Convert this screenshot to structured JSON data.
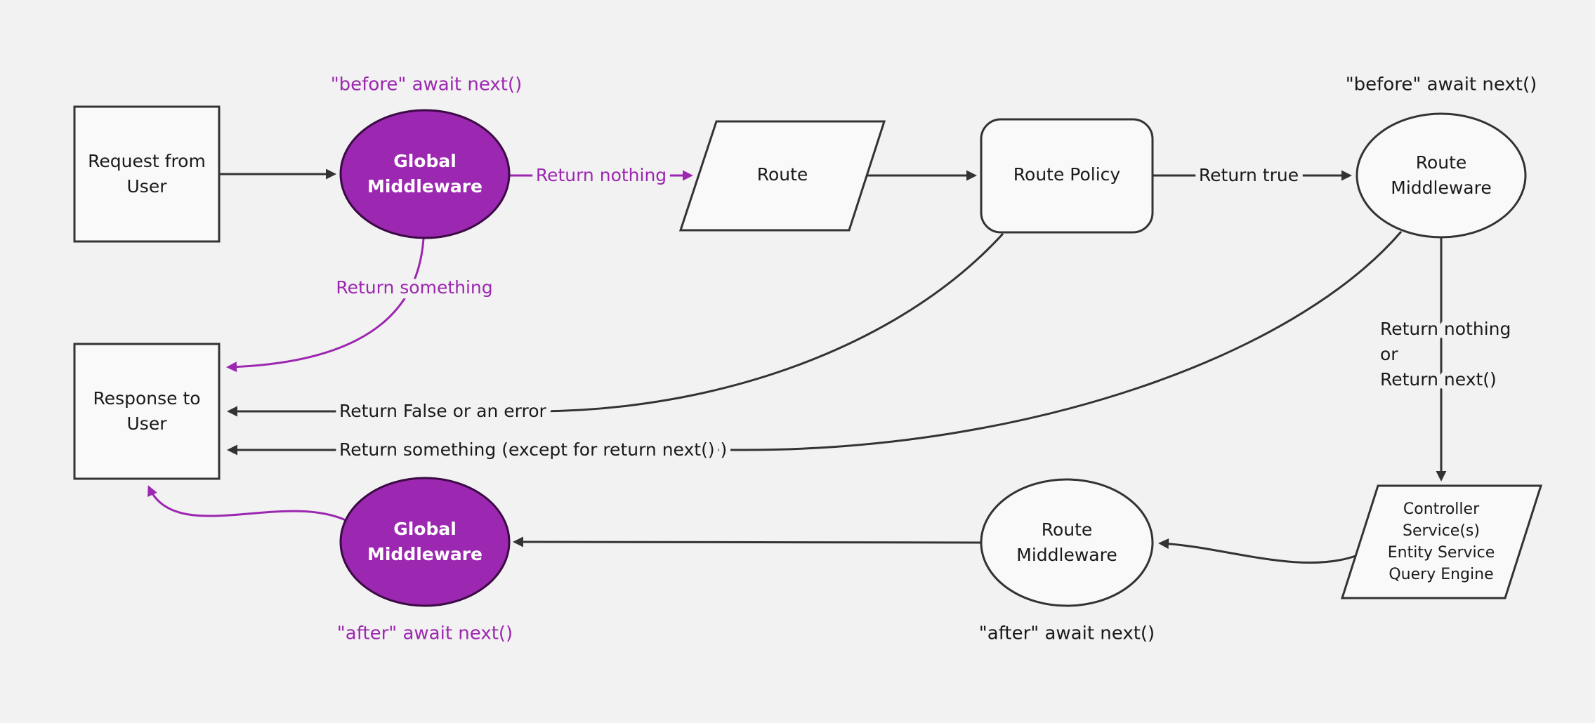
{
  "diagram": {
    "type": "flowchart",
    "description": "Request/response middleware flow diagram"
  },
  "colors": {
    "background": "#f2f2f2",
    "node_fill": "#f9f9f9",
    "node_stroke": "#333333",
    "purple_fill": "#9c27b0",
    "purple_edge_stroke": "#3b0a45",
    "purple": "#9c27b0",
    "arrow": "#333333",
    "text": "#1a1a1a",
    "node_text_light": "#ffffff"
  },
  "nodes": {
    "request_from_user": {
      "line1": "Request from",
      "line2": "User"
    },
    "global_middleware_top": {
      "line1": "Global",
      "line2": "Middleware"
    },
    "route": {
      "label": "Route"
    },
    "route_policy": {
      "label": "Route Policy"
    },
    "route_middleware_top": {
      "line1": "Route",
      "line2": "Middleware"
    },
    "controller_services": {
      "line1": "Controller",
      "line2": "Service(s)",
      "line3": "Entity Service",
      "line4": "Query Engine"
    },
    "route_middleware_bottom": {
      "line1": "Route",
      "line2": "Middleware"
    },
    "global_middleware_bottom": {
      "line1": "Global",
      "line2": "Middleware"
    },
    "response_to_user": {
      "line1": "Response to",
      "line2": "User"
    }
  },
  "annotations": {
    "before_await_next_global": "\"before\" await next()",
    "before_await_next_route": "\"before\" await next()",
    "after_await_next_route": "\"after\" await next()",
    "after_await_next_global": "\"after\" await next()"
  },
  "edge_labels": {
    "return_nothing": "Return nothing",
    "return_true": "Return true",
    "return_something": "Return something",
    "return_false_or_error": "Return False or an error",
    "return_something_except": "Return something (except for return next() )",
    "return_nothing_or_1": "Return nothing",
    "return_nothing_or_2": "or",
    "return_nothing_or_3": "Return next()"
  }
}
